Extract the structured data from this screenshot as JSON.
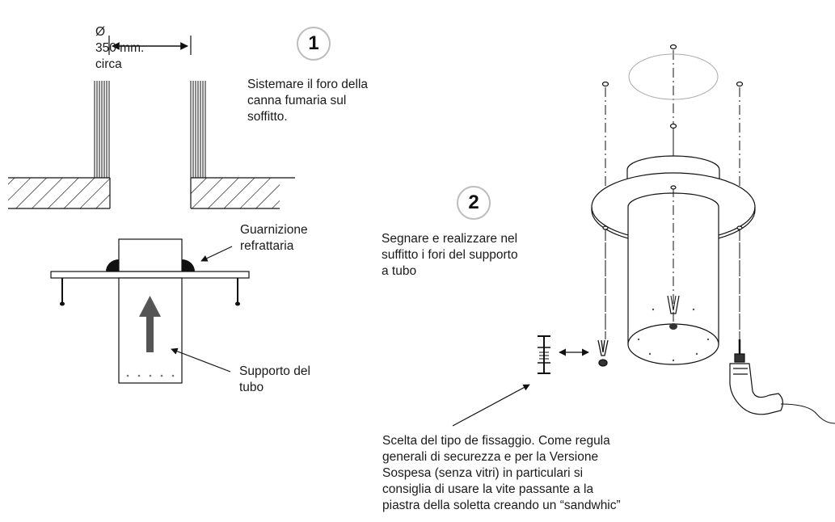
{
  "dimension": {
    "symbol": "Ø",
    "value": "350 mm.",
    "suffix": "circa"
  },
  "step1": {
    "number": "1",
    "text": "Sistemare il foro della\ncanna fumaria sul\nsoffitto."
  },
  "step2": {
    "number": "2",
    "text": "Segnare e realizzare nel\nsuffitto i fori del supporto\na tubo"
  },
  "labels": {
    "gasket": "Guarnizione\nrefrattaria",
    "support": "Supporto del\ntubo"
  },
  "fixing_note": "Scelta del tipo de fissaggio. Come regula\ngenerali di securezza e per la Versione\nSospesa (senza vitri) in particulari si\nconsiglia di usare la vite passante a la\npiastra della soletta creando un “sandwhic”"
}
